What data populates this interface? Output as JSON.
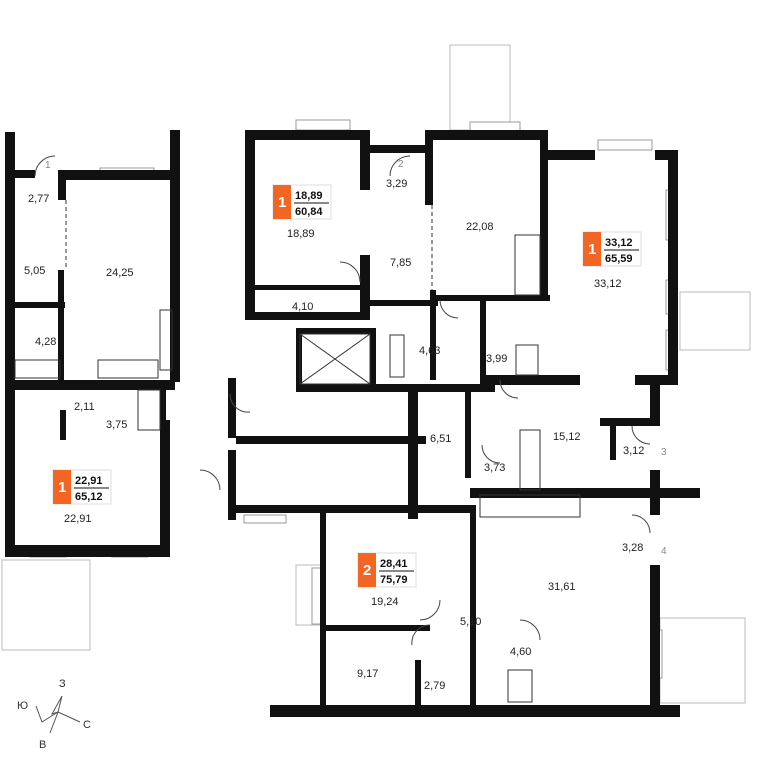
{
  "apartments": [
    {
      "rooms": "1",
      "living": "18,89",
      "total": "60,84"
    },
    {
      "rooms": "1",
      "living": "33,12",
      "total": "65,59"
    },
    {
      "rooms": "1",
      "living": "22,91",
      "total": "65,12"
    },
    {
      "rooms": "2",
      "living": "28,41",
      "total": "75,79"
    }
  ],
  "badge_color": "#f26522",
  "rooms": [
    "2,77",
    "5,05",
    "24,25",
    "4,28",
    "2,11",
    "3,75",
    "22,91",
    "18,89",
    "4,10",
    "3,29",
    "7,85",
    "4,63",
    "22,08",
    "3,99",
    "33,12",
    "6,51",
    "15,12",
    "3,73",
    "3,12",
    "3,28",
    "31,61",
    "19,24",
    "5,10",
    "4,60",
    "9,17",
    "2,79"
  ],
  "door_numbers": [
    "1",
    "2",
    "3",
    "4"
  ],
  "compass": {
    "north": "З",
    "south": "В",
    "west": "Ю",
    "east": "С"
  }
}
